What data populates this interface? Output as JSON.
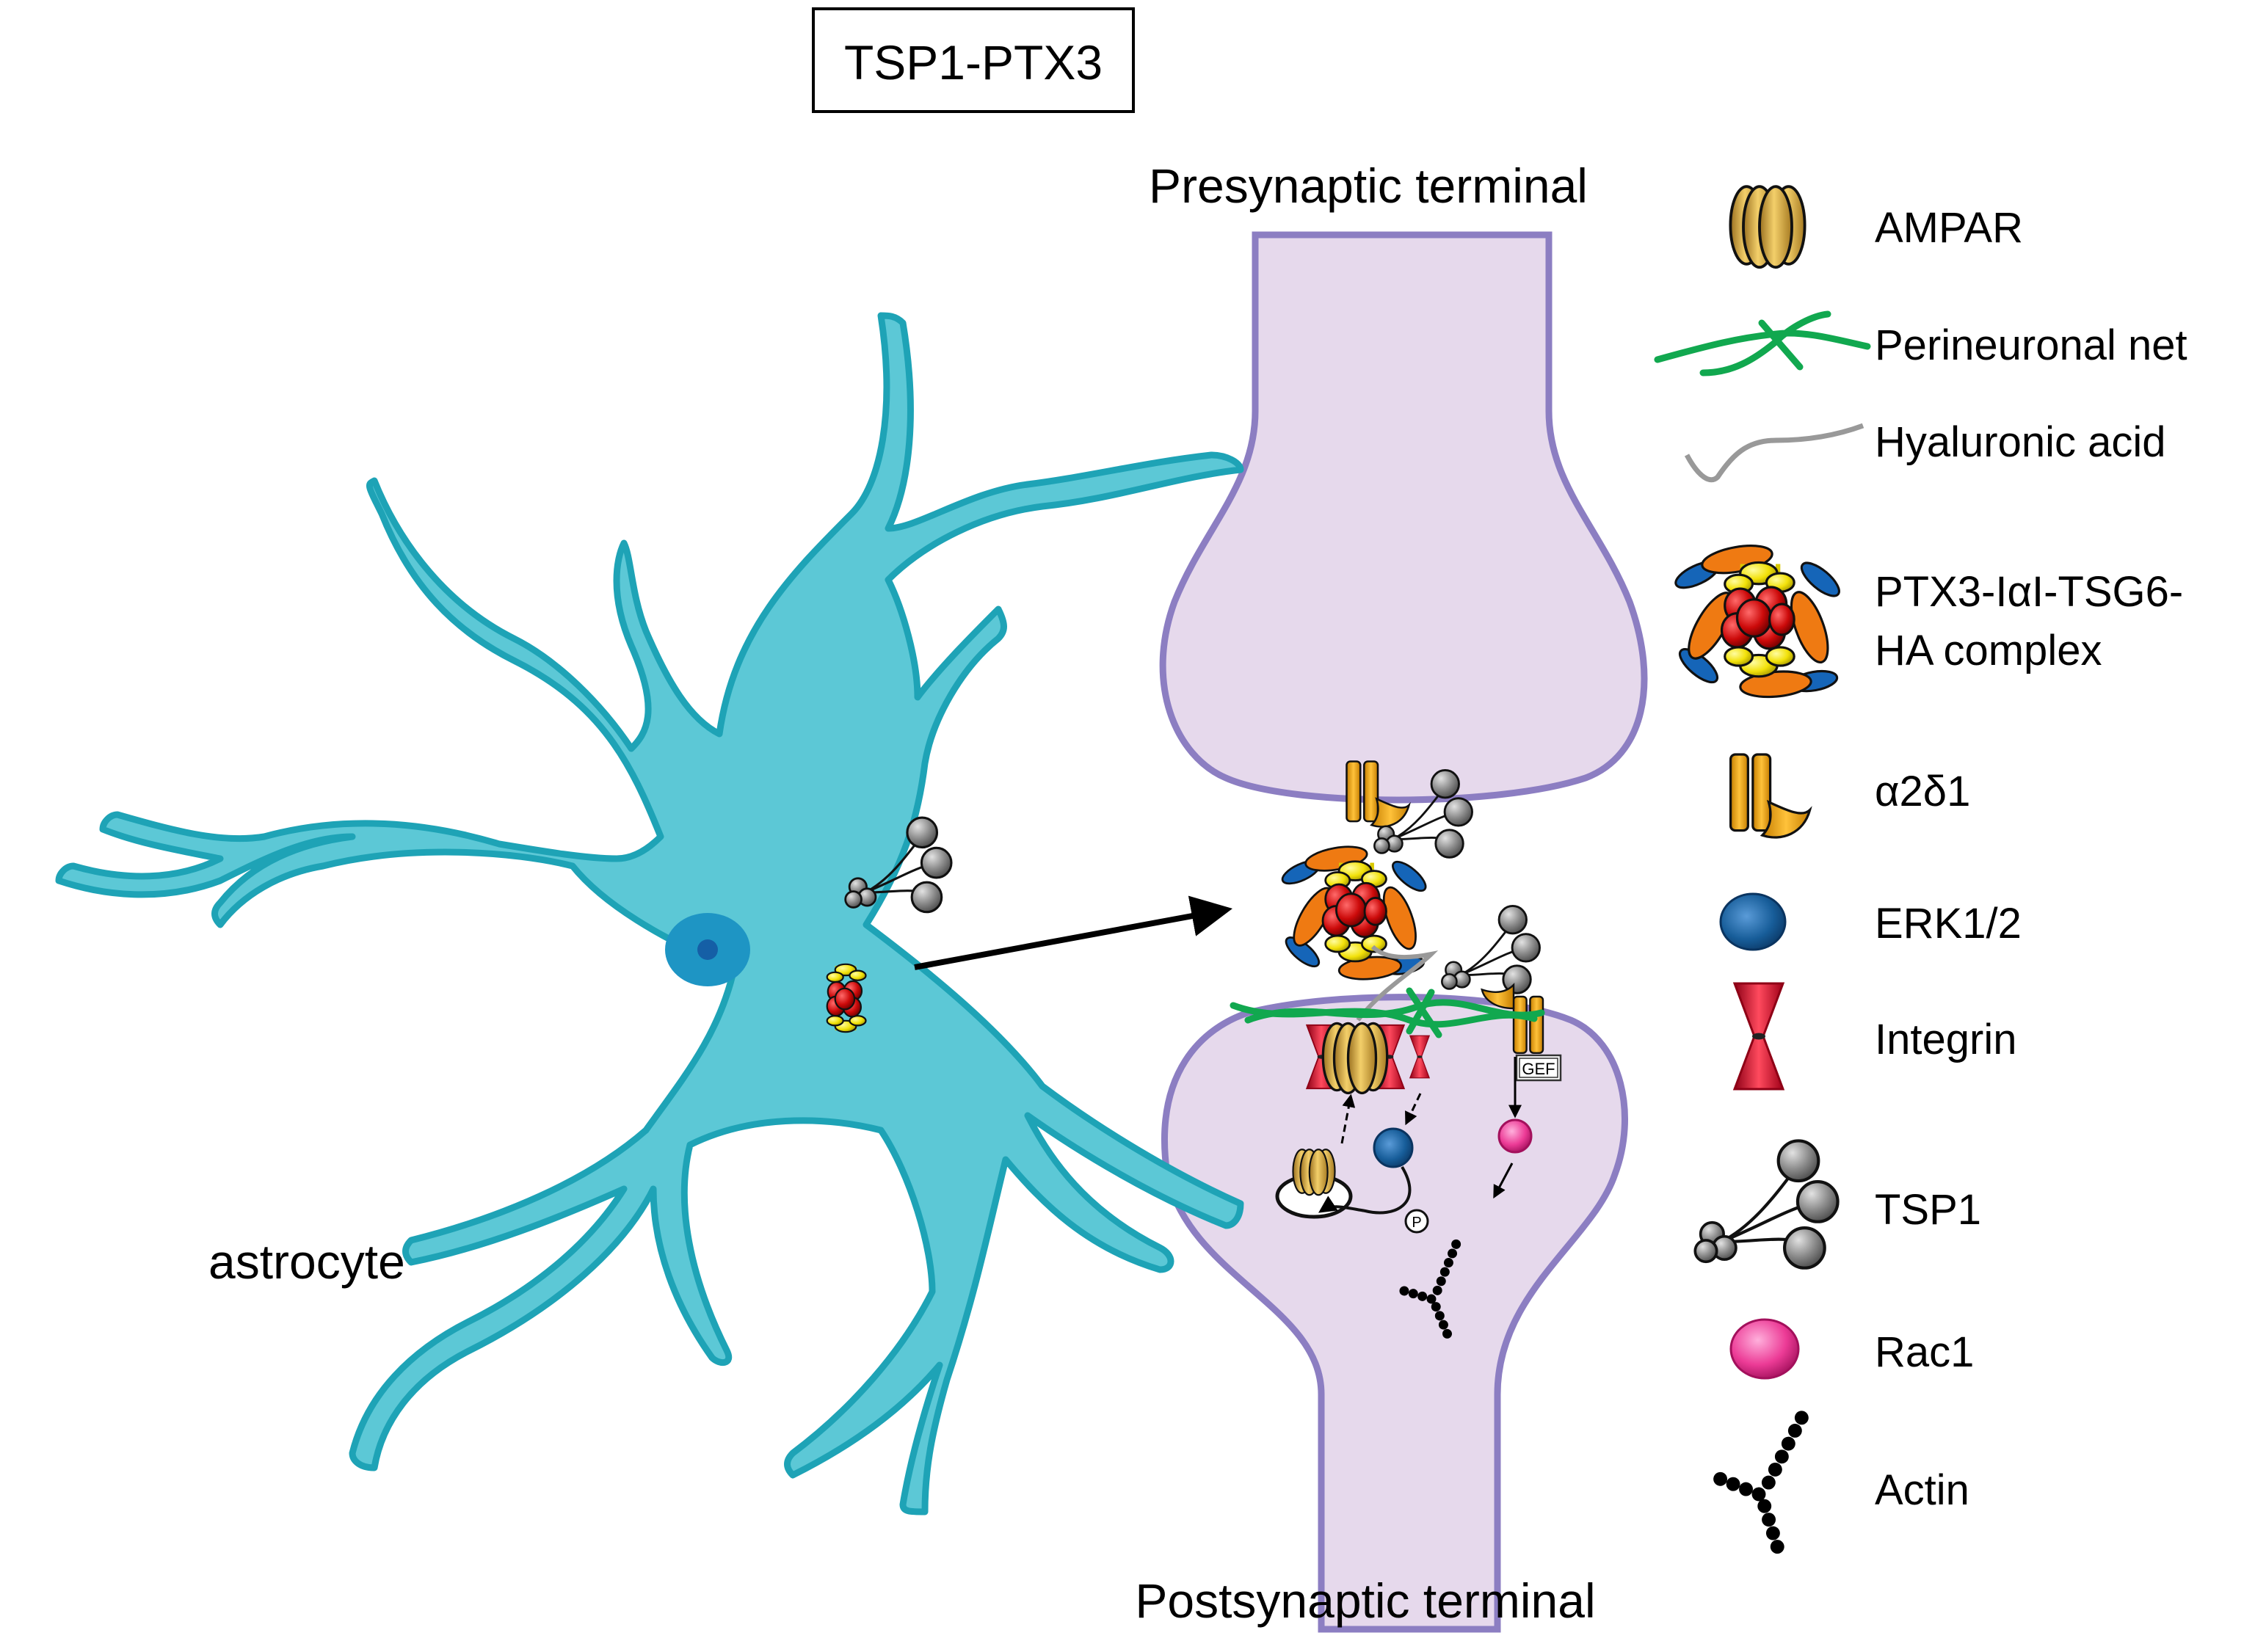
{
  "title": "TSP1-PTX3",
  "labels": {
    "presynaptic": "Presynaptic terminal",
    "postsynaptic": "Postsynaptic terminal",
    "astrocyte": "astrocyte",
    "gef": "GEF",
    "phospho": "P"
  },
  "legend": [
    {
      "icon": "ampar-icon",
      "label": "AMPAR"
    },
    {
      "icon": "perineuronal-net-icon",
      "label": "Perineuronal net"
    },
    {
      "icon": "hyaluronic-acid-icon",
      "label": "Hyaluronic acid"
    },
    {
      "icon": "ptx3-complex-icon",
      "label": "PTX3-IαI-TSG6-",
      "label2": "HA complex"
    },
    {
      "icon": "alpha2delta1-icon",
      "label": "α2δ1"
    },
    {
      "icon": "erk-icon",
      "label": "ERK1/2"
    },
    {
      "icon": "integrin-icon",
      "label": "Integrin"
    },
    {
      "icon": "tsp1-icon",
      "label": "TSP1"
    },
    {
      "icon": "rac1-icon",
      "label": "Rac1"
    },
    {
      "icon": "actin-icon",
      "label": "Actin"
    }
  ],
  "colors": {
    "astrocyte": "#5cc8d6",
    "astrocyte_edge": "#1ea3b6",
    "nucleus": "#1e95c4",
    "nucleolus": "#155fa6",
    "synapse_fill": "#e6d9ec",
    "synapse_edge": "#8c7ec2",
    "ampar": "#d9a838",
    "net": "#11a84f",
    "integrin": "#e8203a",
    "erk": "#175d99",
    "rac1": "#ec3b96",
    "complex_red": "#cc0a0a",
    "complex_yellow": "#f2e10a",
    "complex_orange": "#ef7a12",
    "complex_blue": "#1565b8",
    "tsp1": "#8c8c8c",
    "alpha2delta1": "#f1a20f"
  }
}
